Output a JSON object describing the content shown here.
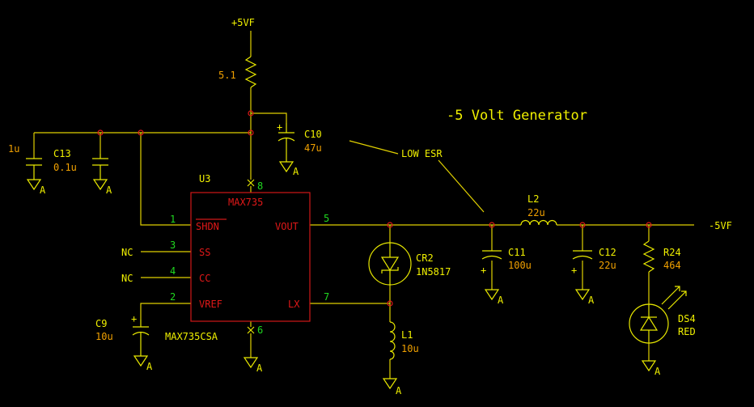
{
  "title": "-5 Volt Generator",
  "note": "LOW ESR",
  "rails": {
    "vin": "+5VF",
    "vout": "-5VF"
  },
  "ground_symbol": "A",
  "chip": {
    "ref": "U3",
    "name": "MAX735",
    "part_number": "MAX735CSA"
  },
  "pins": {
    "shdn": {
      "num": "1",
      "label": "SHDN"
    },
    "ss": {
      "num": "3",
      "label": "SS"
    },
    "cc": {
      "num": "4",
      "label": "CC"
    },
    "vref": {
      "num": "2",
      "label": "VREF"
    },
    "vout": {
      "num": "5",
      "label": "VOUT"
    },
    "lx": {
      "num": "7",
      "label": "LX"
    },
    "top": {
      "num": "8"
    },
    "bottom": {
      "num": "6"
    }
  },
  "nc": "NC",
  "components": {
    "r_in": {
      "value": "5.1"
    },
    "c10": {
      "ref": "C10",
      "value": "47u"
    },
    "c_1u": {
      "value": "1u"
    },
    "c13": {
      "ref": "C13",
      "value": "0.1u"
    },
    "c9": {
      "ref": "C9",
      "value": "10u"
    },
    "cr2": {
      "ref": "CR2",
      "value": "1N5817"
    },
    "l1": {
      "ref": "L1",
      "value": "10u"
    },
    "l2": {
      "ref": "L2",
      "value": "22u"
    },
    "c11": {
      "ref": "C11",
      "value": "100u"
    },
    "c12": {
      "ref": "C12",
      "value": "22u"
    },
    "r24": {
      "ref": "R24",
      "value": "464"
    },
    "ds4": {
      "ref": "DS4",
      "value": "RED"
    }
  },
  "polarity_mark": "+",
  "colors": {
    "background": "#000000",
    "wire": "#e0d000",
    "label": "#f0f000",
    "value": "#f0a000",
    "chip": "#e01818",
    "pin_number": "#20d820"
  }
}
